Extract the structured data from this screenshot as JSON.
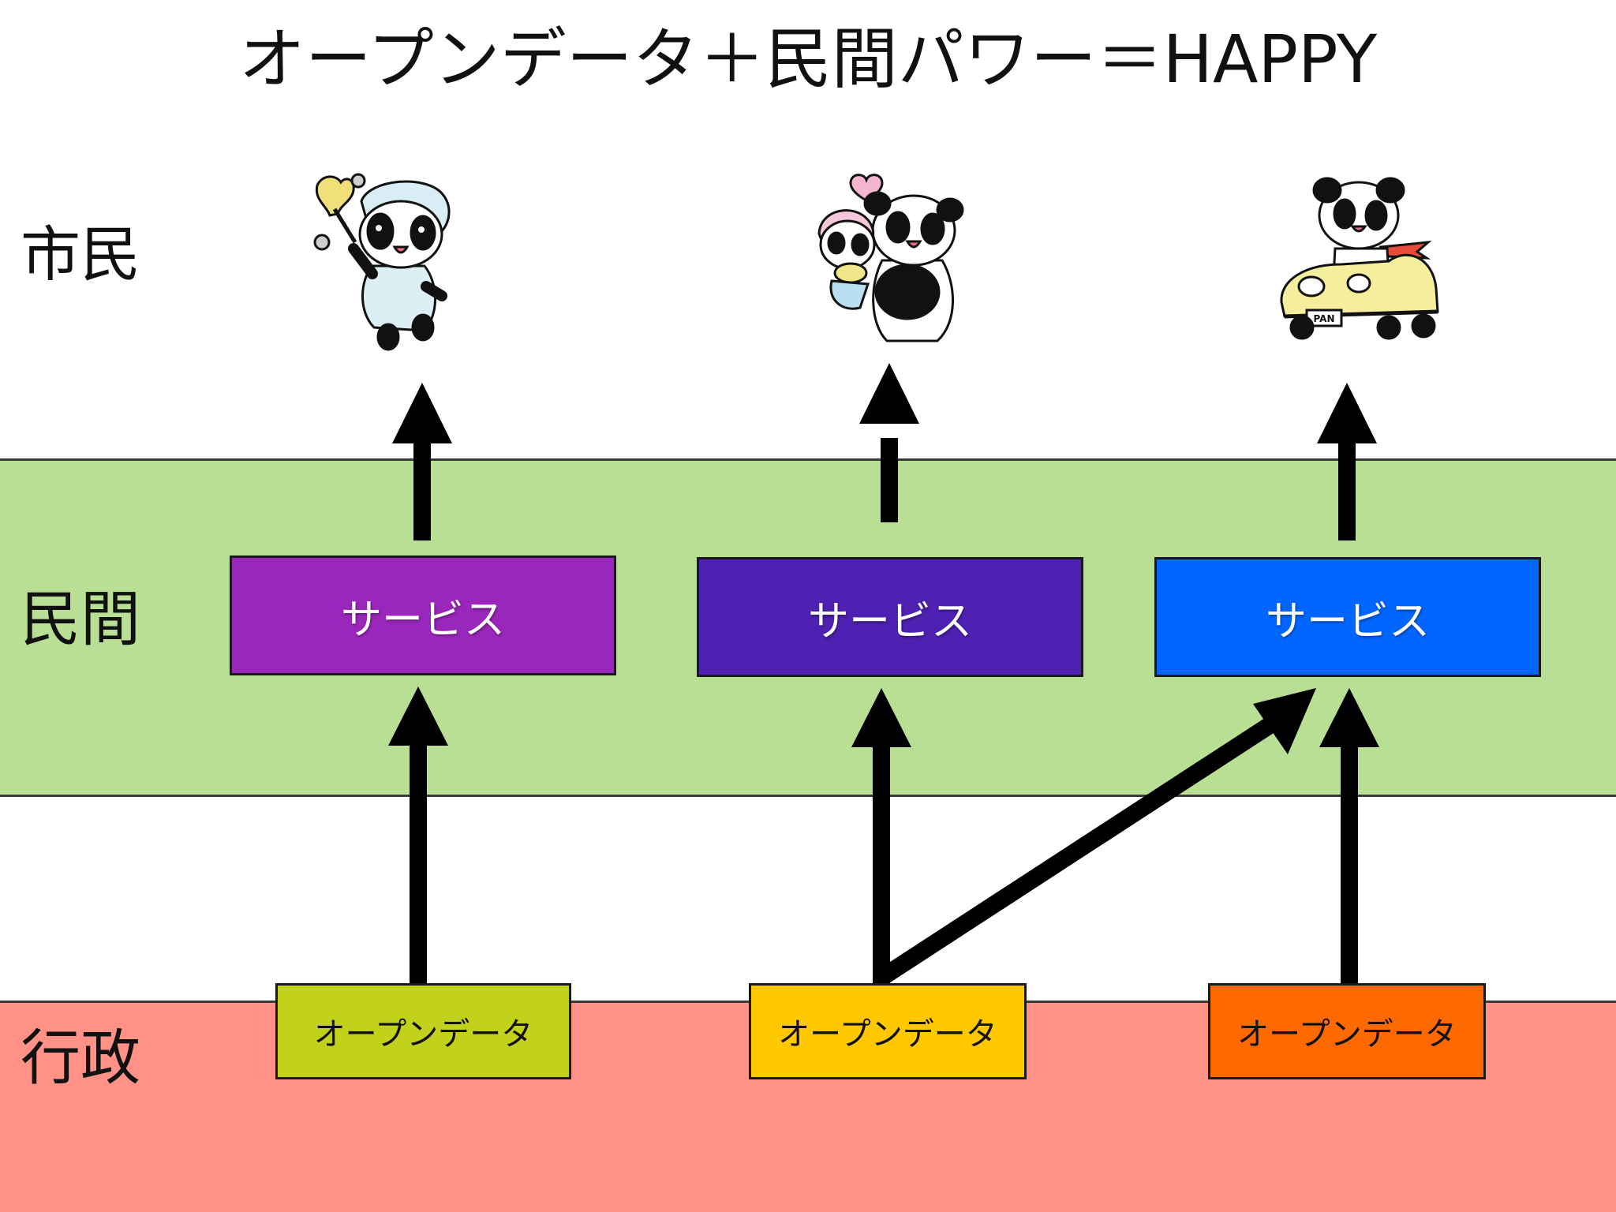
{
  "title": "オープンデータ＋民間パワー＝HAPPY",
  "rows": {
    "citizens": "市民",
    "private": "民間",
    "government": "行政"
  },
  "services": [
    {
      "label": "サービス",
      "color": "#9a27bb"
    },
    {
      "label": "サービス",
      "color": "#4e21b2"
    },
    {
      "label": "サービス",
      "color": "#0066ff"
    }
  ],
  "open_data": [
    {
      "label": "オープンデータ",
      "color": "#c2d11b"
    },
    {
      "label": "オープンデータ",
      "color": "#ffc800"
    },
    {
      "label": "オープンデータ",
      "color": "#ff6a00"
    }
  ],
  "citizen_icons": [
    {
      "icon": "panda-cleaning-icon"
    },
    {
      "icon": "panda-parent-child-icon"
    },
    {
      "icon": "panda-driving-car-icon",
      "plate": "PAN"
    }
  ],
  "colors": {
    "private_band": "#b8df93",
    "government_band": "#ff9186"
  }
}
